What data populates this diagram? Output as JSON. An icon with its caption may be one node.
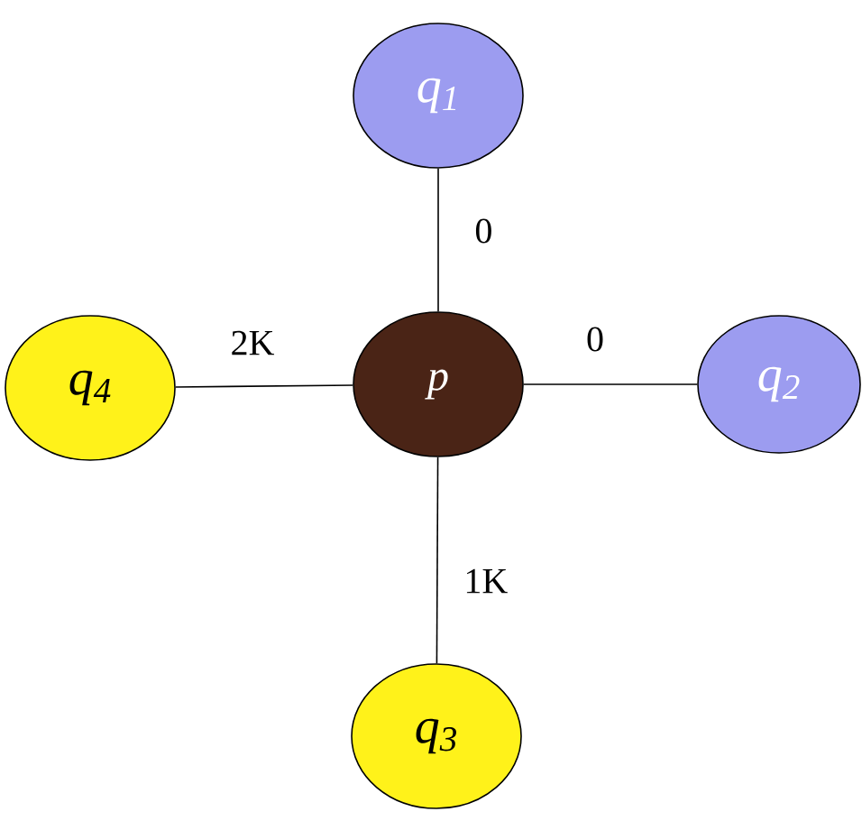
{
  "diagram": {
    "nodes": [
      {
        "text": [
          "p"
        ]
      },
      {
        "text": [
          "q$_{1}$"
        ]
      },
      {
        "text": [
          "q$_{2}$"
        ]
      },
      {
        "text": [
          "q$_{3}$"
        ]
      },
      {
        "text": [
          "q$_{4}$"
        ]
      }
    ],
    "edges": [
      {
        "from": 0,
        "to": 1,
        "arrow": "none",
        "label": "0"
      },
      {
        "from": 0,
        "to": 2,
        "arrow": "none",
        "label": "0"
      },
      {
        "from": 0,
        "to": 4,
        "arrow": "none",
        "label": "2K"
      },
      {
        "from": 0,
        "to": 3,
        "arrow": "none",
        "label": "1K"
      }
    ]
  }
}
